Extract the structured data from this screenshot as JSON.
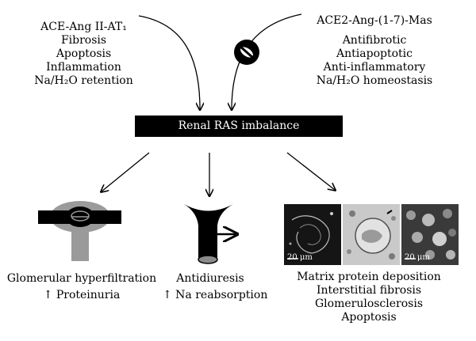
{
  "left_pathway": {
    "lines": [
      "ACE-Ang II-AT₁",
      "Fibrosis",
      "Apoptosis",
      "Inflammation",
      "Na/H₂O retention"
    ]
  },
  "right_pathway": {
    "lines": [
      "ACE2-Ang-(1-7)-Mas",
      "Antifibrotic",
      "Antiapoptotic",
      "Anti-inflammatory",
      "Na/H₂O homeostasis"
    ]
  },
  "center": {
    "label": "Renal RAS imbalance"
  },
  "outcomes": {
    "glomerular": {
      "lines": [
        "Glomerular hyperfiltration",
        "↑ Proteinuria"
      ]
    },
    "tubular": {
      "lines": [
        "Antidiuresis",
        "↑ Na reabsorption"
      ]
    },
    "structural": {
      "lines": [
        "Matrix protein deposition",
        "Interstitial fibrosis",
        "Glomerulosclerosis",
        "Apoptosis"
      ]
    }
  },
  "micrographs": {
    "scale_label_1": "20 μm",
    "scale_label_3": "20 μm"
  },
  "icons": {
    "block_symbol": "prohibited-icon"
  }
}
